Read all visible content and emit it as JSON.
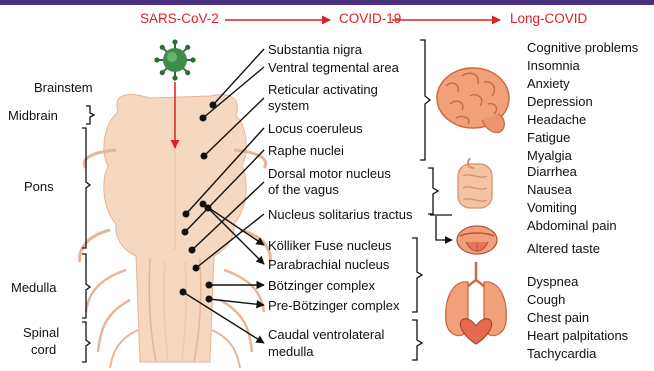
{
  "stages": [
    "SARS-CoV-2",
    "COVID-19",
    "Long-COVID"
  ],
  "regions": {
    "brainstem": "Brainstem",
    "midbrain": "Midbrain",
    "pons": "Pons",
    "medulla": "Medulla",
    "spinal_cord": [
      "Spinal",
      "cord"
    ]
  },
  "nuclei": [
    [
      "Substantia nigra"
    ],
    [
      "Ventral tegmental area"
    ],
    [
      "Reticular activating",
      "system"
    ],
    [
      "Locus coeruleus"
    ],
    [
      "Raphe nuclei"
    ],
    [
      "Dorsal motor nucleus",
      "of the vagus"
    ],
    [
      "Nucleus solitarius tractus"
    ],
    [
      "Kölliker Fuse nucleus"
    ],
    [
      "Parabrachial nucleus"
    ],
    [
      "Bötzinger complex"
    ],
    [
      "Pre-Bötzinger complex"
    ],
    [
      "Caudal ventrolateral",
      "medulla"
    ]
  ],
  "symptoms": {
    "neuro": [
      "Cognitive problems",
      "Insomnia",
      "Anxiety",
      "Depression",
      "Headache",
      "Fatigue",
      "Myalgia"
    ],
    "gi": [
      "Diarrhea",
      "Nausea",
      "Vomiting",
      "Abdominal pain"
    ],
    "taste": [
      "Altered taste"
    ],
    "cardio": [
      "Dyspnea",
      "Cough",
      "Chest pain",
      "Heart palpitations",
      "Tachycardia"
    ]
  },
  "colors": {
    "arrow_red": "#e02020",
    "top_bar": "#4a2f80",
    "tissue": "#f6d7c0",
    "tissue_dark": "#e8b597",
    "organ": "#f2a07a",
    "virus": "#2f6b3a"
  },
  "icons": [
    "virus-icon",
    "brain-icon",
    "intestine-icon",
    "tongue-icon",
    "lungs-heart-icon"
  ]
}
